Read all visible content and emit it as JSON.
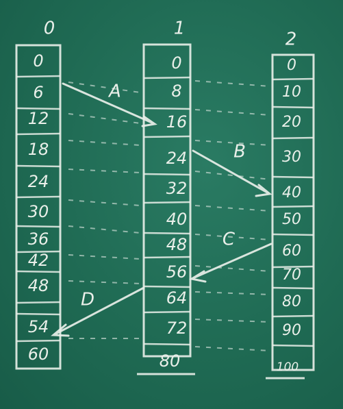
{
  "columns": [
    {
      "header": "0",
      "values": [
        "0",
        "6",
        "12",
        "18",
        "24",
        "30",
        "36",
        "42",
        "48",
        "54",
        "60"
      ]
    },
    {
      "header": "1",
      "values": [
        "0",
        "8",
        "16",
        "24",
        "32",
        "40",
        "48",
        "56",
        "64",
        "72",
        "80"
      ]
    },
    {
      "header": "2",
      "values": [
        "0",
        "10",
        "20",
        "30",
        "40",
        "50",
        "60",
        "70",
        "80",
        "90",
        "100"
      ]
    }
  ],
  "arrow_labels": {
    "a": "A",
    "b": "B",
    "c": "C",
    "d": "D"
  },
  "colors": {
    "board": "#1f6a53",
    "chalk": "#e9efe9"
  }
}
